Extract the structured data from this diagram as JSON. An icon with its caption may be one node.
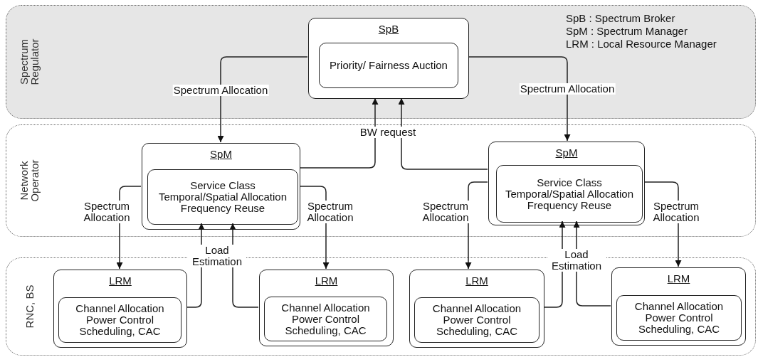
{
  "diagram": {
    "nodes": [
      {
        "text": [
          "Spectrum Regulator"
        ]
      },
      {
        "text": [
          "SpB"
        ],
        "in": 0
      },
      {
        "text": [
          "Priority/ Fairness Auction"
        ],
        "in": 1
      },
      {
        "text": [
          "Network Operator"
        ]
      },
      {
        "text": [
          "SpM"
        ],
        "in": 3
      },
      {
        "text": [
          "Service Class Temporal/Spatial Allocation Frequency Reuse"
        ],
        "in": 4
      },
      {
        "text": [
          "SpM"
        ],
        "in": 3
      },
      {
        "text": [
          "Service Class Temporal/Spatial Allocation Frequency Reuse"
        ],
        "in": 6
      },
      {
        "text": [
          "RNC, BS"
        ]
      },
      {
        "text": [
          "LRM"
        ],
        "in": 8
      },
      {
        "text": [
          "Channel Allocation Power Control Scheduling, CAC"
        ],
        "in": 9
      },
      {
        "text": [
          "LRM"
        ],
        "in": 8
      },
      {
        "text": [
          "Channel Allocation Power Control Scheduling, CAC"
        ],
        "in": 11
      },
      {
        "text": [
          "LRM"
        ],
        "in": 8
      },
      {
        "text": [
          "Channel Allocation Power Control Scheduling, CAC"
        ],
        "in": 13
      },
      {
        "text": [
          "LRM"
        ],
        "in": 8
      },
      {
        "text": [
          "Channel Allocation Power Control Scheduling, CAC"
        ],
        "in": 15
      }
    ],
    "edges": [
      {
        "from": 1,
        "to": 4,
        "arrow": "to",
        "label": "Spectrum Allocation"
      },
      {
        "from": 1,
        "to": 6,
        "arrow": "to",
        "label": "Spectrum Allocation"
      },
      {
        "from": 4,
        "to": 1,
        "arrow": "to",
        "label": "BW request"
      },
      {
        "from": 6,
        "to": 1,
        "arrow": "to"
      },
      {
        "from": 4,
        "to": 9,
        "arrow": "to",
        "label": "Spectrum Allocation"
      },
      {
        "from": 4,
        "to": 11,
        "arrow": "to",
        "label": "Spectrum Allocation"
      },
      {
        "from": 6,
        "to": 13,
        "arrow": "to",
        "label": "Spectrum Allocation"
      },
      {
        "from": 6,
        "to": 15,
        "arrow": "to",
        "label": "Spectrum Allocation"
      },
      {
        "from": 9,
        "to": 5,
        "arrow": "to",
        "label": "Load Estimation"
      },
      {
        "from": 11,
        "to": 5,
        "arrow": "to"
      },
      {
        "from": 13,
        "to": 7,
        "arrow": "to",
        "label": "Load Estimation"
      },
      {
        "from": 15,
        "to": 7,
        "arrow": "to"
      }
    ],
    "labels": [
      "SpB : Spectrum Broker",
      "SpM : Spectrum Manager",
      "LRM : Local Resource Manager"
    ]
  }
}
